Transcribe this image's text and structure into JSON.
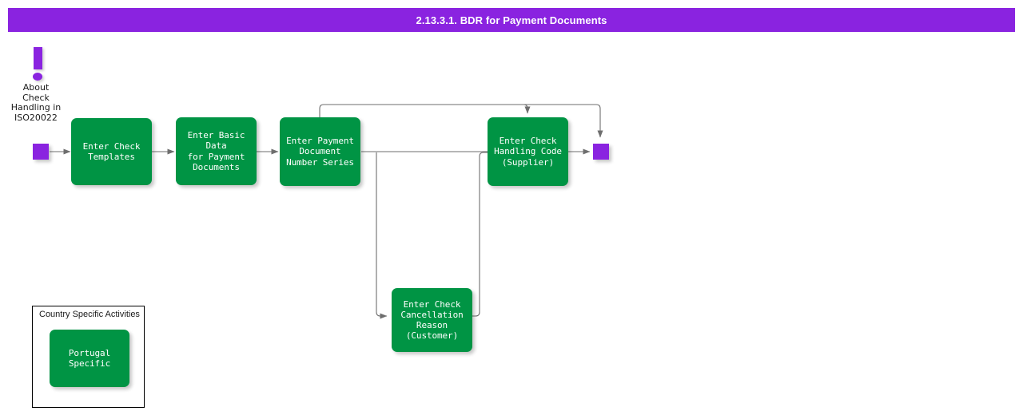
{
  "header": {
    "title": "2.13.3.1. BDR for Payment Documents",
    "background_color": "#8A23E0",
    "text_color": "#FFFFFF"
  },
  "colors": {
    "accent_purple": "#8A23E0",
    "process_green": "#009444",
    "connector_gray": "#6E6E6E",
    "canvas": "#FFFFFF",
    "text_dark": "#1A1A1A"
  },
  "note": {
    "icon": "exclamation-mark-icon",
    "label": "About\nCheck\nHandling in\nISO20022"
  },
  "terminators": [
    {
      "name": "start-terminator",
      "label": ""
    },
    {
      "name": "end-terminator",
      "label": ""
    }
  ],
  "nodes": [
    {
      "id": "enter-check-templates",
      "label": "Enter Check\nTemplates"
    },
    {
      "id": "enter-basic-data-for-payment-documents",
      "label": "Enter Basic Data\nfor Payment\nDocuments"
    },
    {
      "id": "enter-payment-document-number-series",
      "label": "Enter Payment\nDocument\nNumber Series"
    },
    {
      "id": "enter-check-handling-code-supplier",
      "label": "Enter Check\nHandling Code\n(Supplier)"
    },
    {
      "id": "enter-check-cancellation-reason-customer",
      "label": "Enter Check\nCancellation\nReason\n(Customer)"
    }
  ],
  "legend": {
    "title": "Country Specific Activities",
    "item_label": "Portugal Specific"
  }
}
